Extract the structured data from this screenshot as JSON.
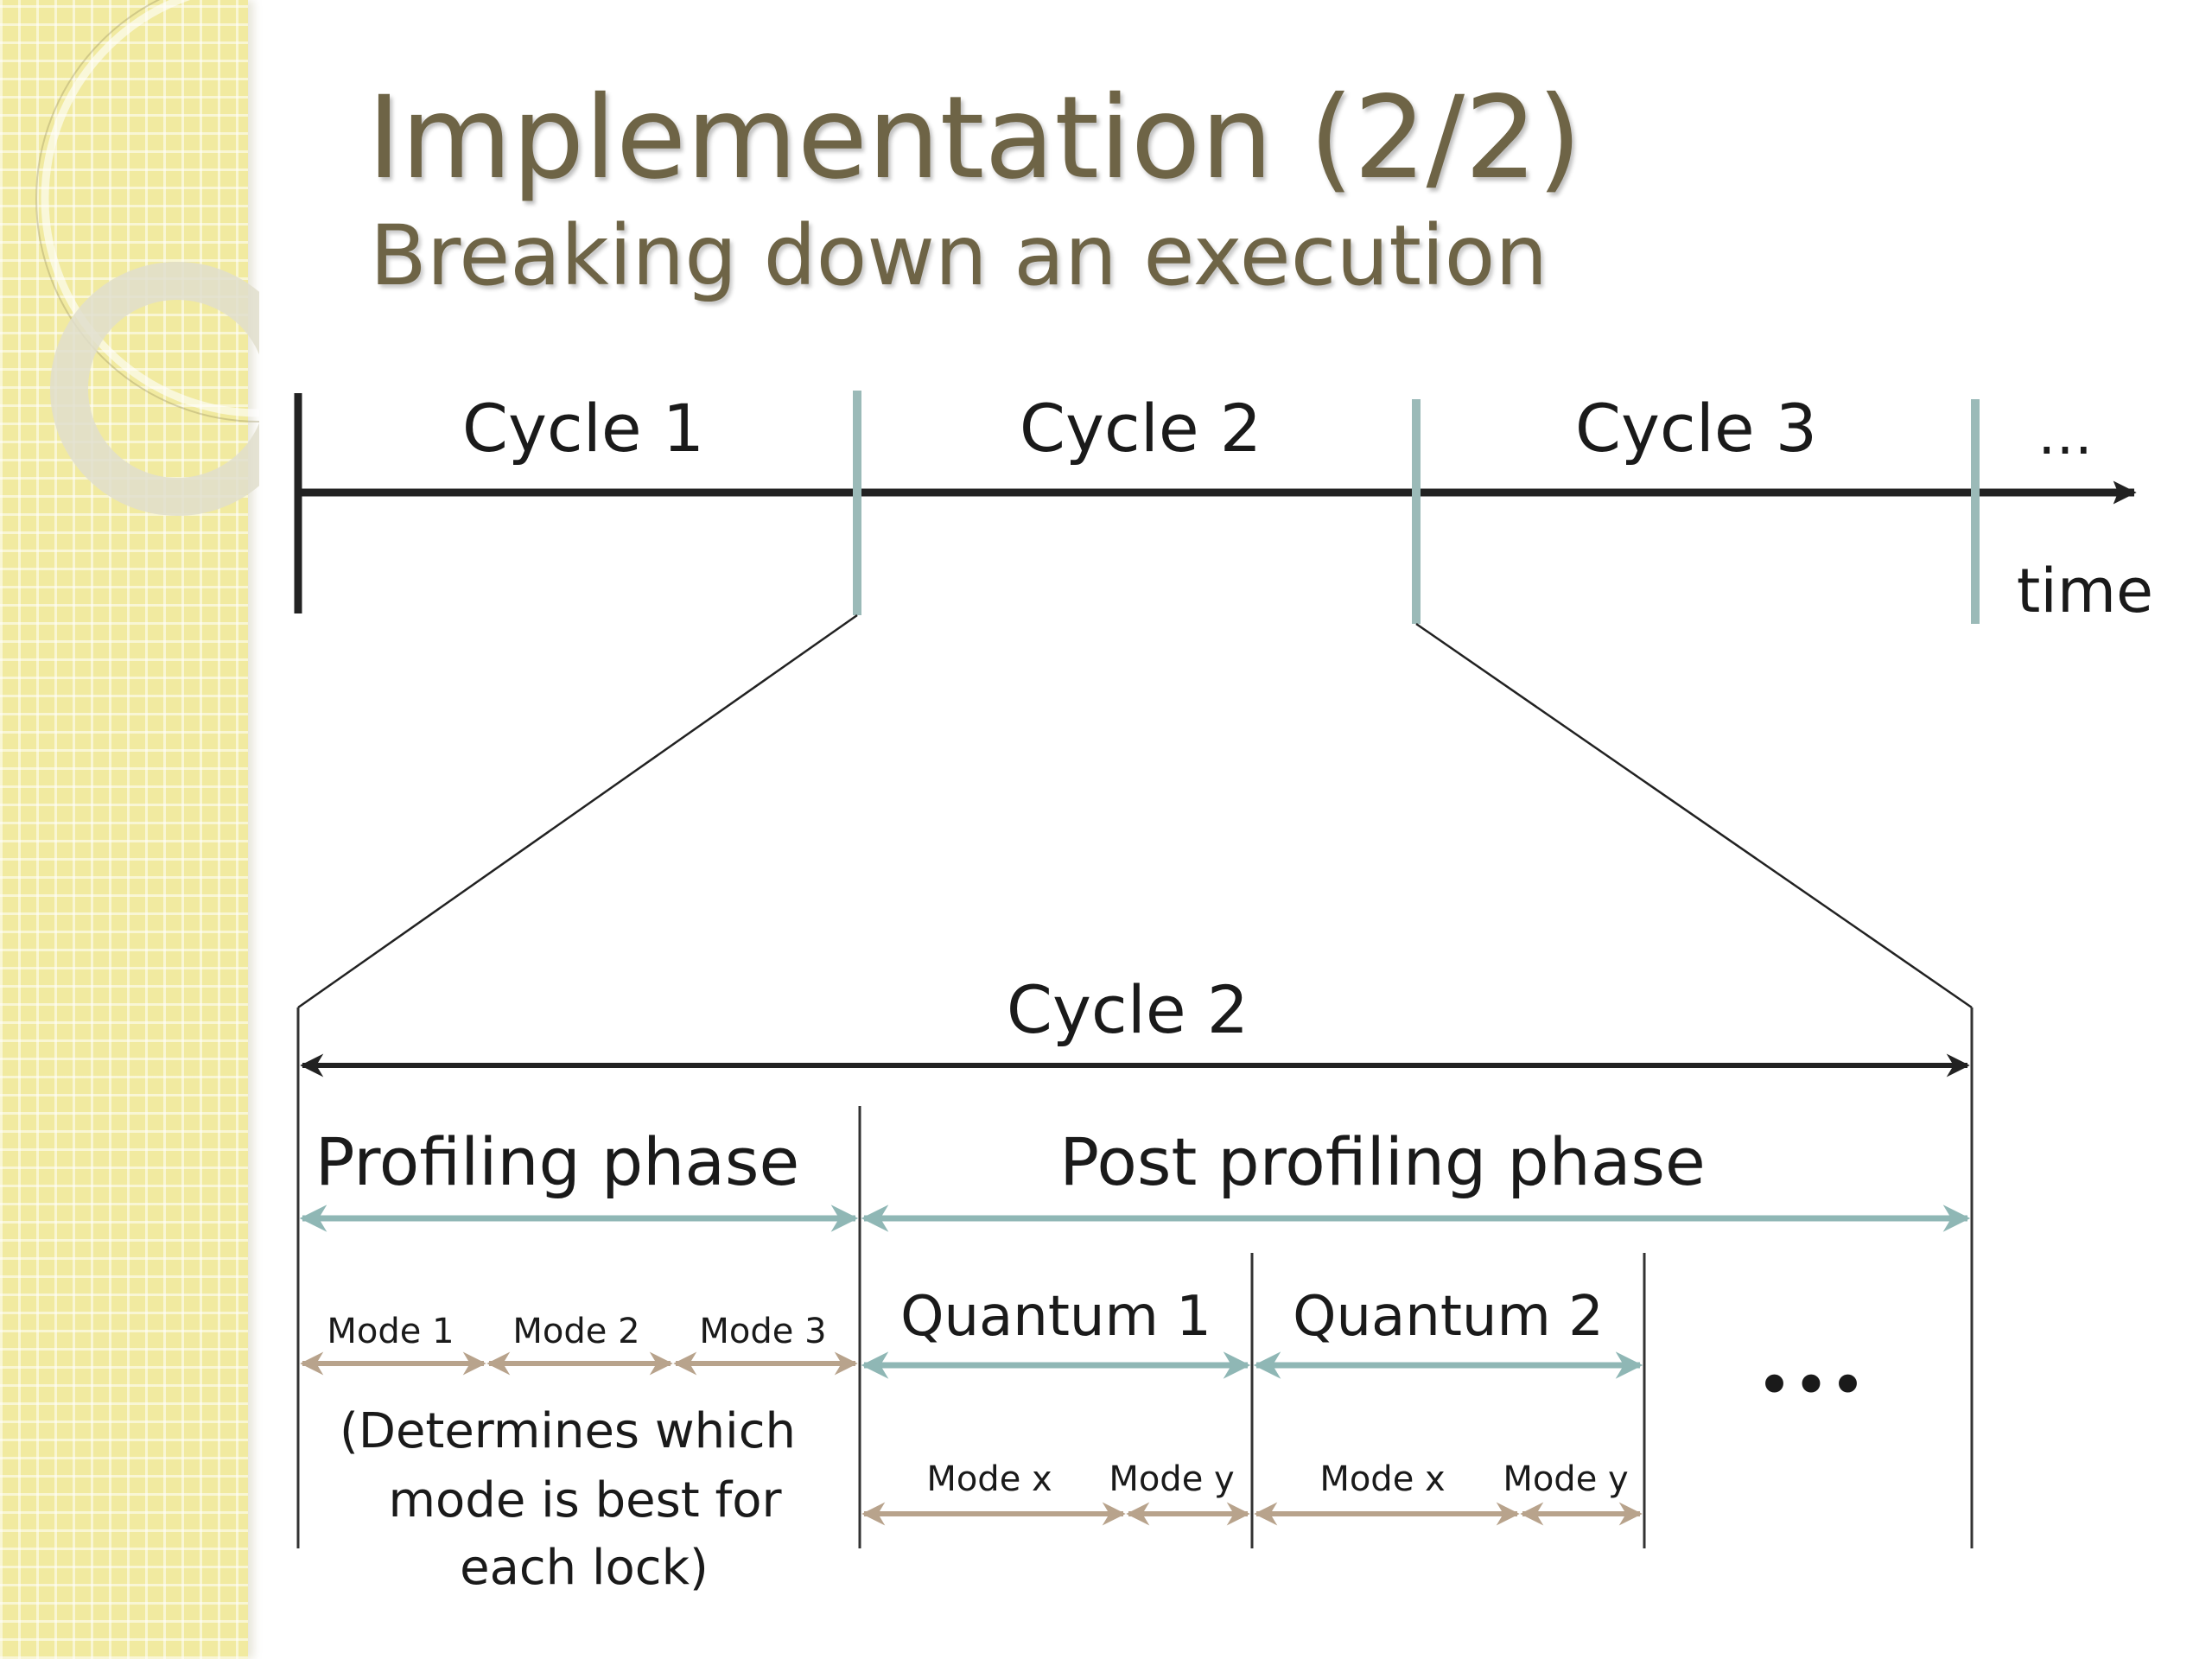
{
  "slide": {
    "title": "Implementation (2/2)",
    "subtitle": "Breaking down an execution"
  },
  "timeline": {
    "cycles": [
      "Cycle 1",
      "Cycle 2",
      "Cycle 3"
    ],
    "ellipsis": "…",
    "axis_label": "time"
  },
  "zoom": {
    "cycle_label": "Cycle 2",
    "profiling_phase": "Profiling phase",
    "post_profiling_phase": "Post profiling phase",
    "profiling_modes": [
      "Mode 1",
      "Mode 2",
      "Mode 3"
    ],
    "profiling_note": [
      "(Determines which",
      "mode is best for",
      "each lock)"
    ],
    "quanta": [
      {
        "label": "Quantum 1",
        "modes": [
          "Mode x",
          "Mode y"
        ]
      },
      {
        "label": "Quantum 2",
        "modes": [
          "Mode x",
          "Mode y"
        ]
      }
    ],
    "more": "•••"
  },
  "colors": {
    "title": "#6e6446",
    "teal_arrow": "#8fb7b5",
    "tan_arrow": "#b8a38c",
    "dark_line": "#222222"
  }
}
